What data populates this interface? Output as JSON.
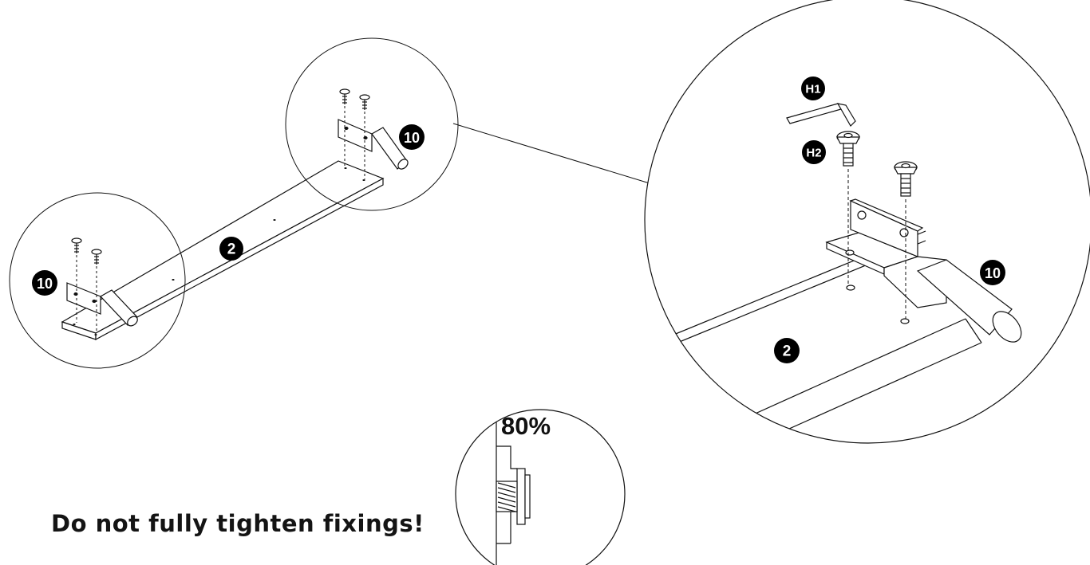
{
  "labels": {
    "part_board": "2",
    "part_leg": "10",
    "tool_hex_key": "H1",
    "tool_bolt": "H2"
  },
  "torque_detail": {
    "percentage": "80%"
  },
  "instruction": {
    "warning": "Do not fully tighten fixings!"
  },
  "colors": {
    "line": "#111111",
    "badge": "#000000",
    "badge_text": "#ffffff",
    "page": "#ffffff"
  }
}
